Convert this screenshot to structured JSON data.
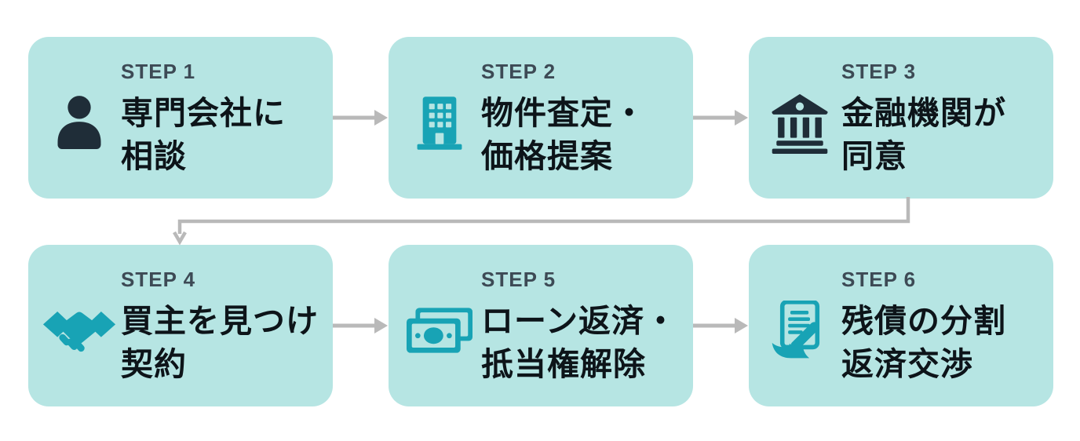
{
  "colors": {
    "background": "#ffffff",
    "box_bg": "#b6e5e3",
    "dark_icon": "#1f2d38",
    "teal_icon": "#18a3b5",
    "step_label": "#3d4a55",
    "title_text": "#0d1419",
    "arrow": "#b9b9b9"
  },
  "steps": [
    {
      "label": "STEP 1",
      "title_lines": [
        "専門会社に",
        "相談"
      ],
      "icon": "person-icon"
    },
    {
      "label": "STEP 2",
      "title_lines": [
        "物件査定・",
        "価格提案"
      ],
      "icon": "building-icon"
    },
    {
      "label": "STEP 3",
      "title_lines": [
        "金融機関が",
        "同意"
      ],
      "icon": "bank-icon"
    },
    {
      "label": "STEP 4",
      "title_lines": [
        "買主を見つけ",
        "契約"
      ],
      "icon": "handshake-icon"
    },
    {
      "label": "STEP 5",
      "title_lines": [
        "ローン返済・",
        "抵当権解除"
      ],
      "icon": "money-icon"
    },
    {
      "label": "STEP 6",
      "title_lines": [
        "残債の分割",
        "返済交渉"
      ],
      "icon": "document-pencil-icon"
    }
  ],
  "connections": [
    {
      "from": "STEP 1",
      "to": "STEP 2",
      "type": "horizontal-arrow"
    },
    {
      "from": "STEP 2",
      "to": "STEP 3",
      "type": "horizontal-arrow"
    },
    {
      "from": "STEP 3",
      "to": "STEP 4",
      "type": "elbow-arrow"
    },
    {
      "from": "STEP 4",
      "to": "STEP 5",
      "type": "horizontal-arrow"
    },
    {
      "from": "STEP 5",
      "to": "STEP 6",
      "type": "horizontal-arrow"
    }
  ]
}
